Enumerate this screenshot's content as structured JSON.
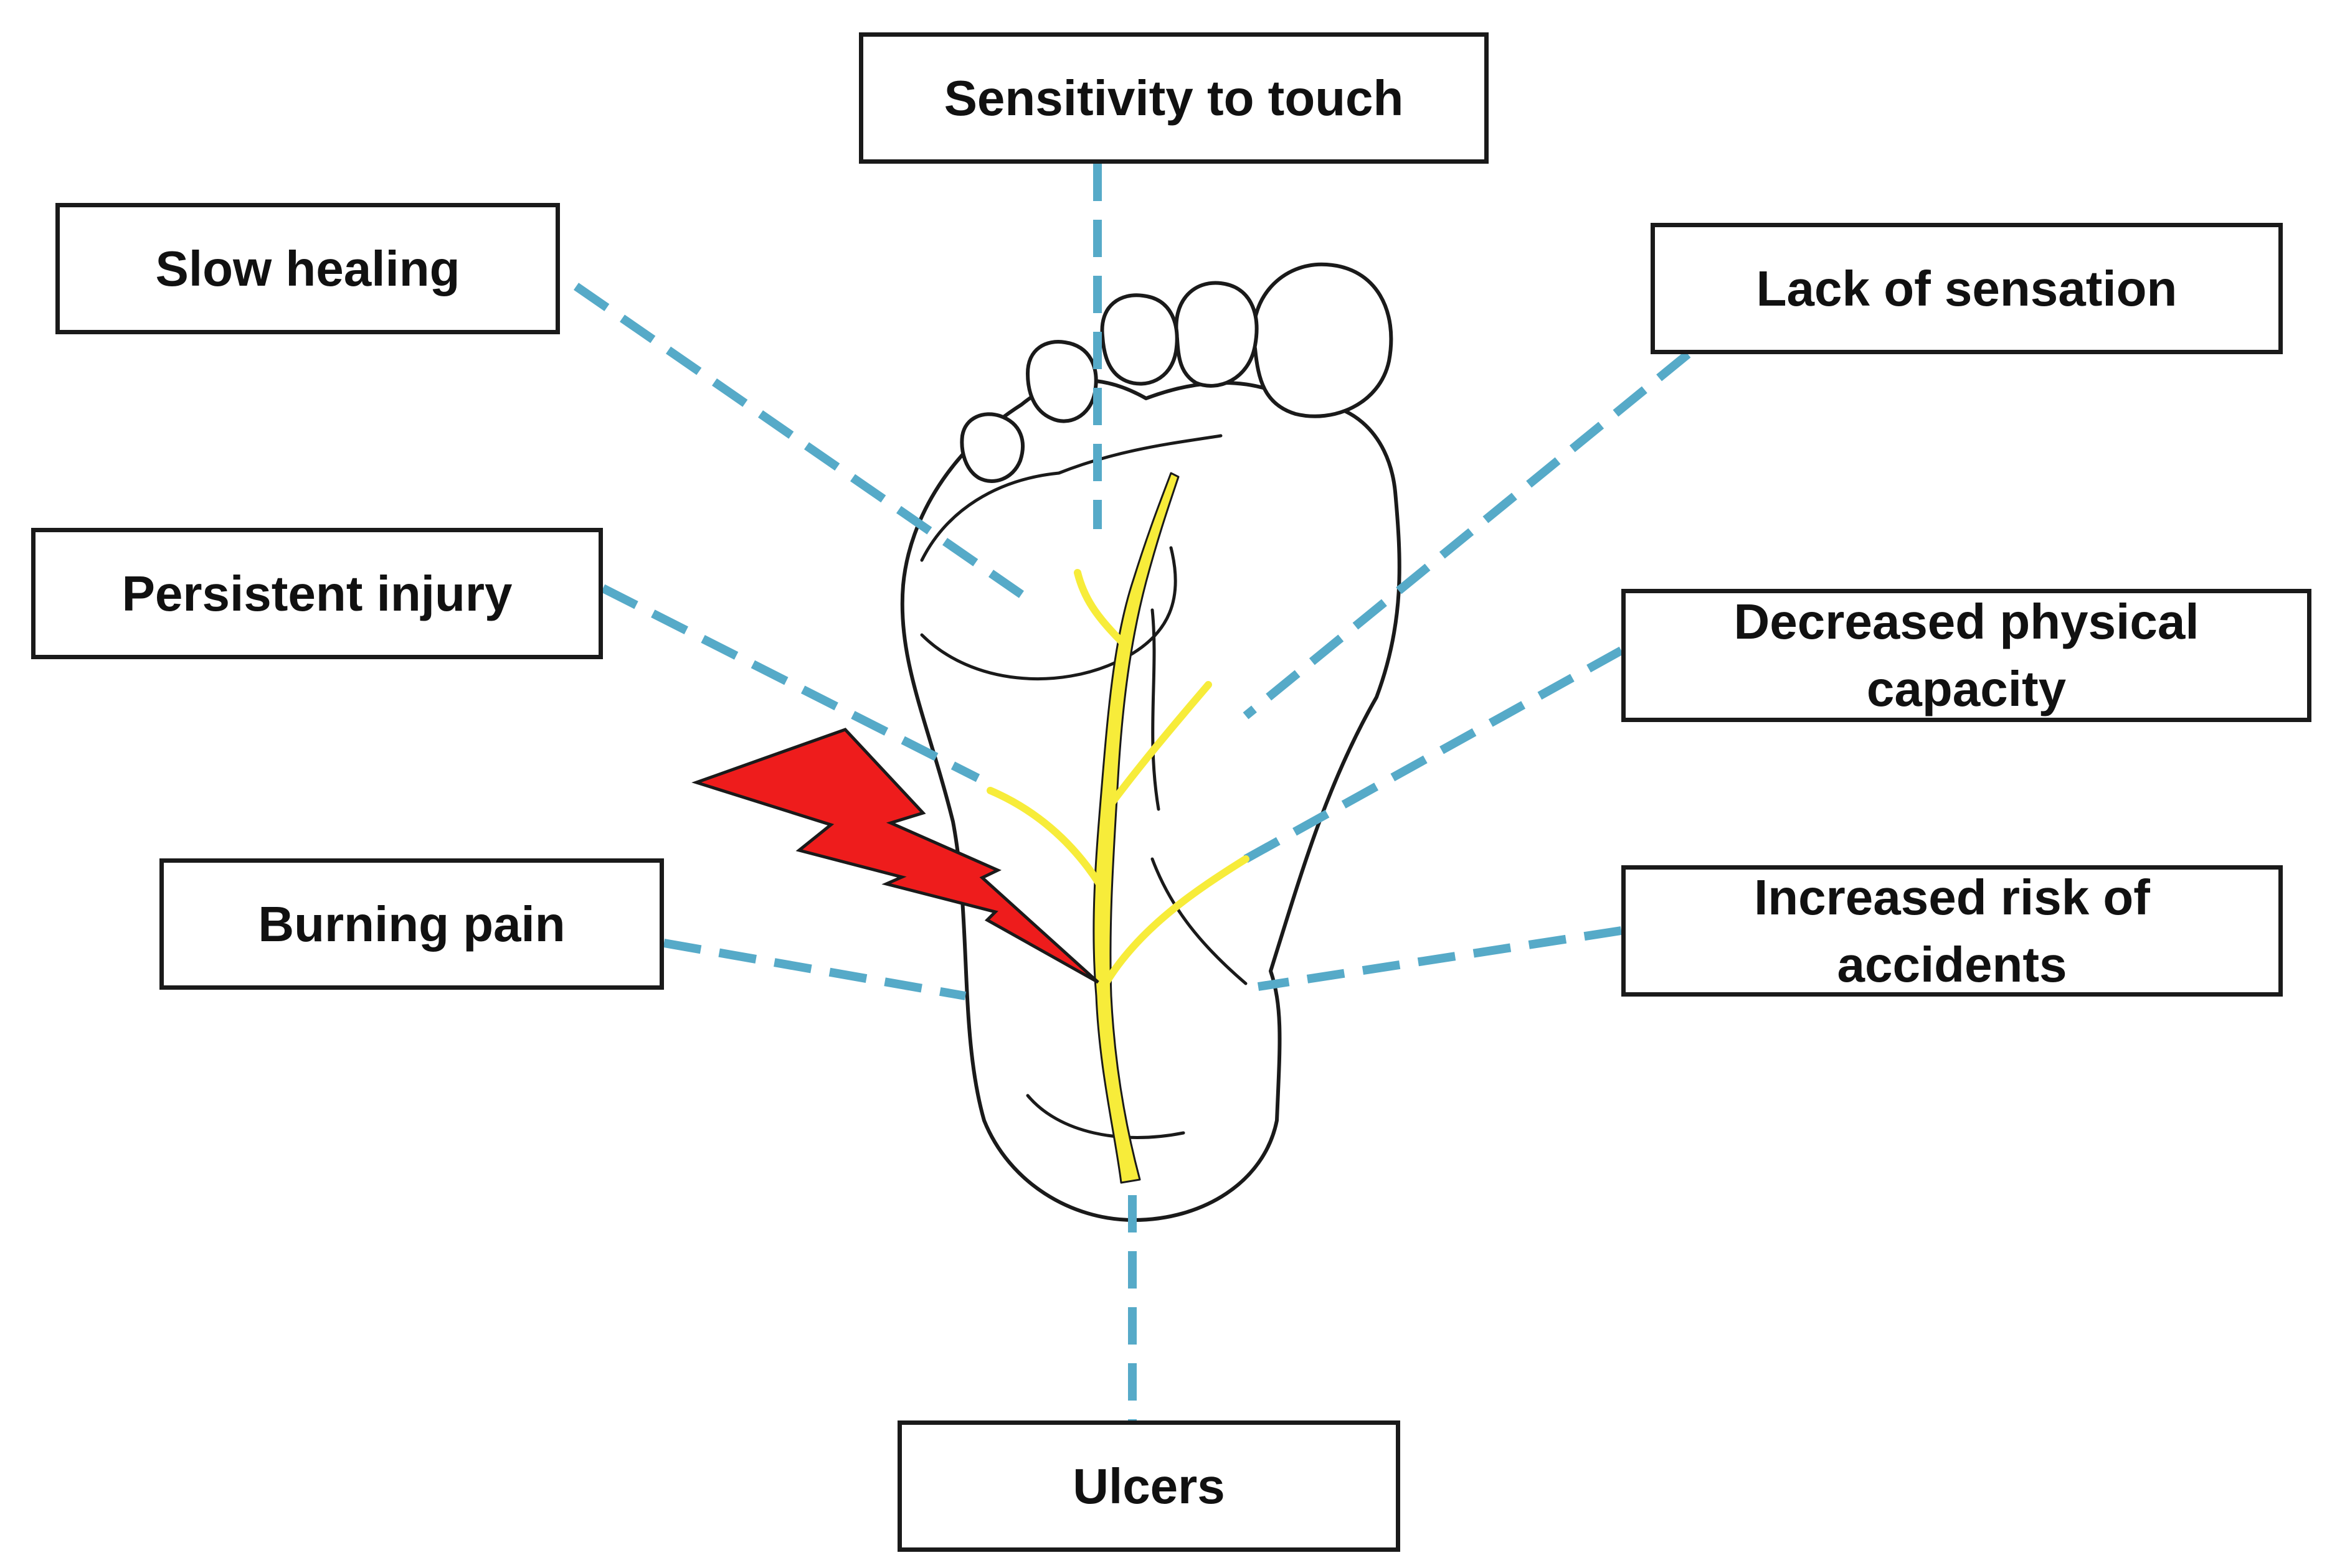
{
  "diagram": {
    "labels": {
      "sensitivity_to_touch": "Sensitivity to touch",
      "slow_healing": "Slow healing",
      "lack_of_sensation": "Lack of sensation",
      "persistent_injury": "Persistent injury",
      "decreased_physical_capacity": "Decreased physical capacity",
      "burning_pain": "Burning pain",
      "increased_risk_of_accidents": "Increased risk of accidents",
      "ulcers": "Ulcers"
    },
    "colors": {
      "connector": "#56aac8",
      "nerve": "#f7ec3a",
      "lightning": "#ee1c1c",
      "outline": "#1a1a1a",
      "box_border": "#1a1a1a"
    },
    "icons": {
      "foot": "foot-sole-icon",
      "nerve": "nerve-icon",
      "pain": "lightning-bolt-icon"
    }
  }
}
